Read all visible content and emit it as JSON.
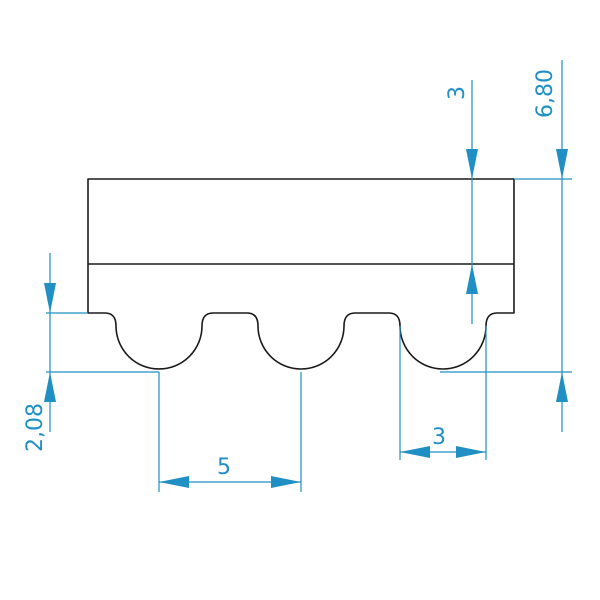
{
  "colors": {
    "outline": "#1a1a1a",
    "dimension": "#1f8fc4",
    "background": "#ffffff"
  },
  "dimensions": {
    "pitch": "5",
    "tooth_width": "3",
    "belt_back_thickness": "3",
    "total_height": "6,80",
    "tooth_height": "2,08"
  }
}
